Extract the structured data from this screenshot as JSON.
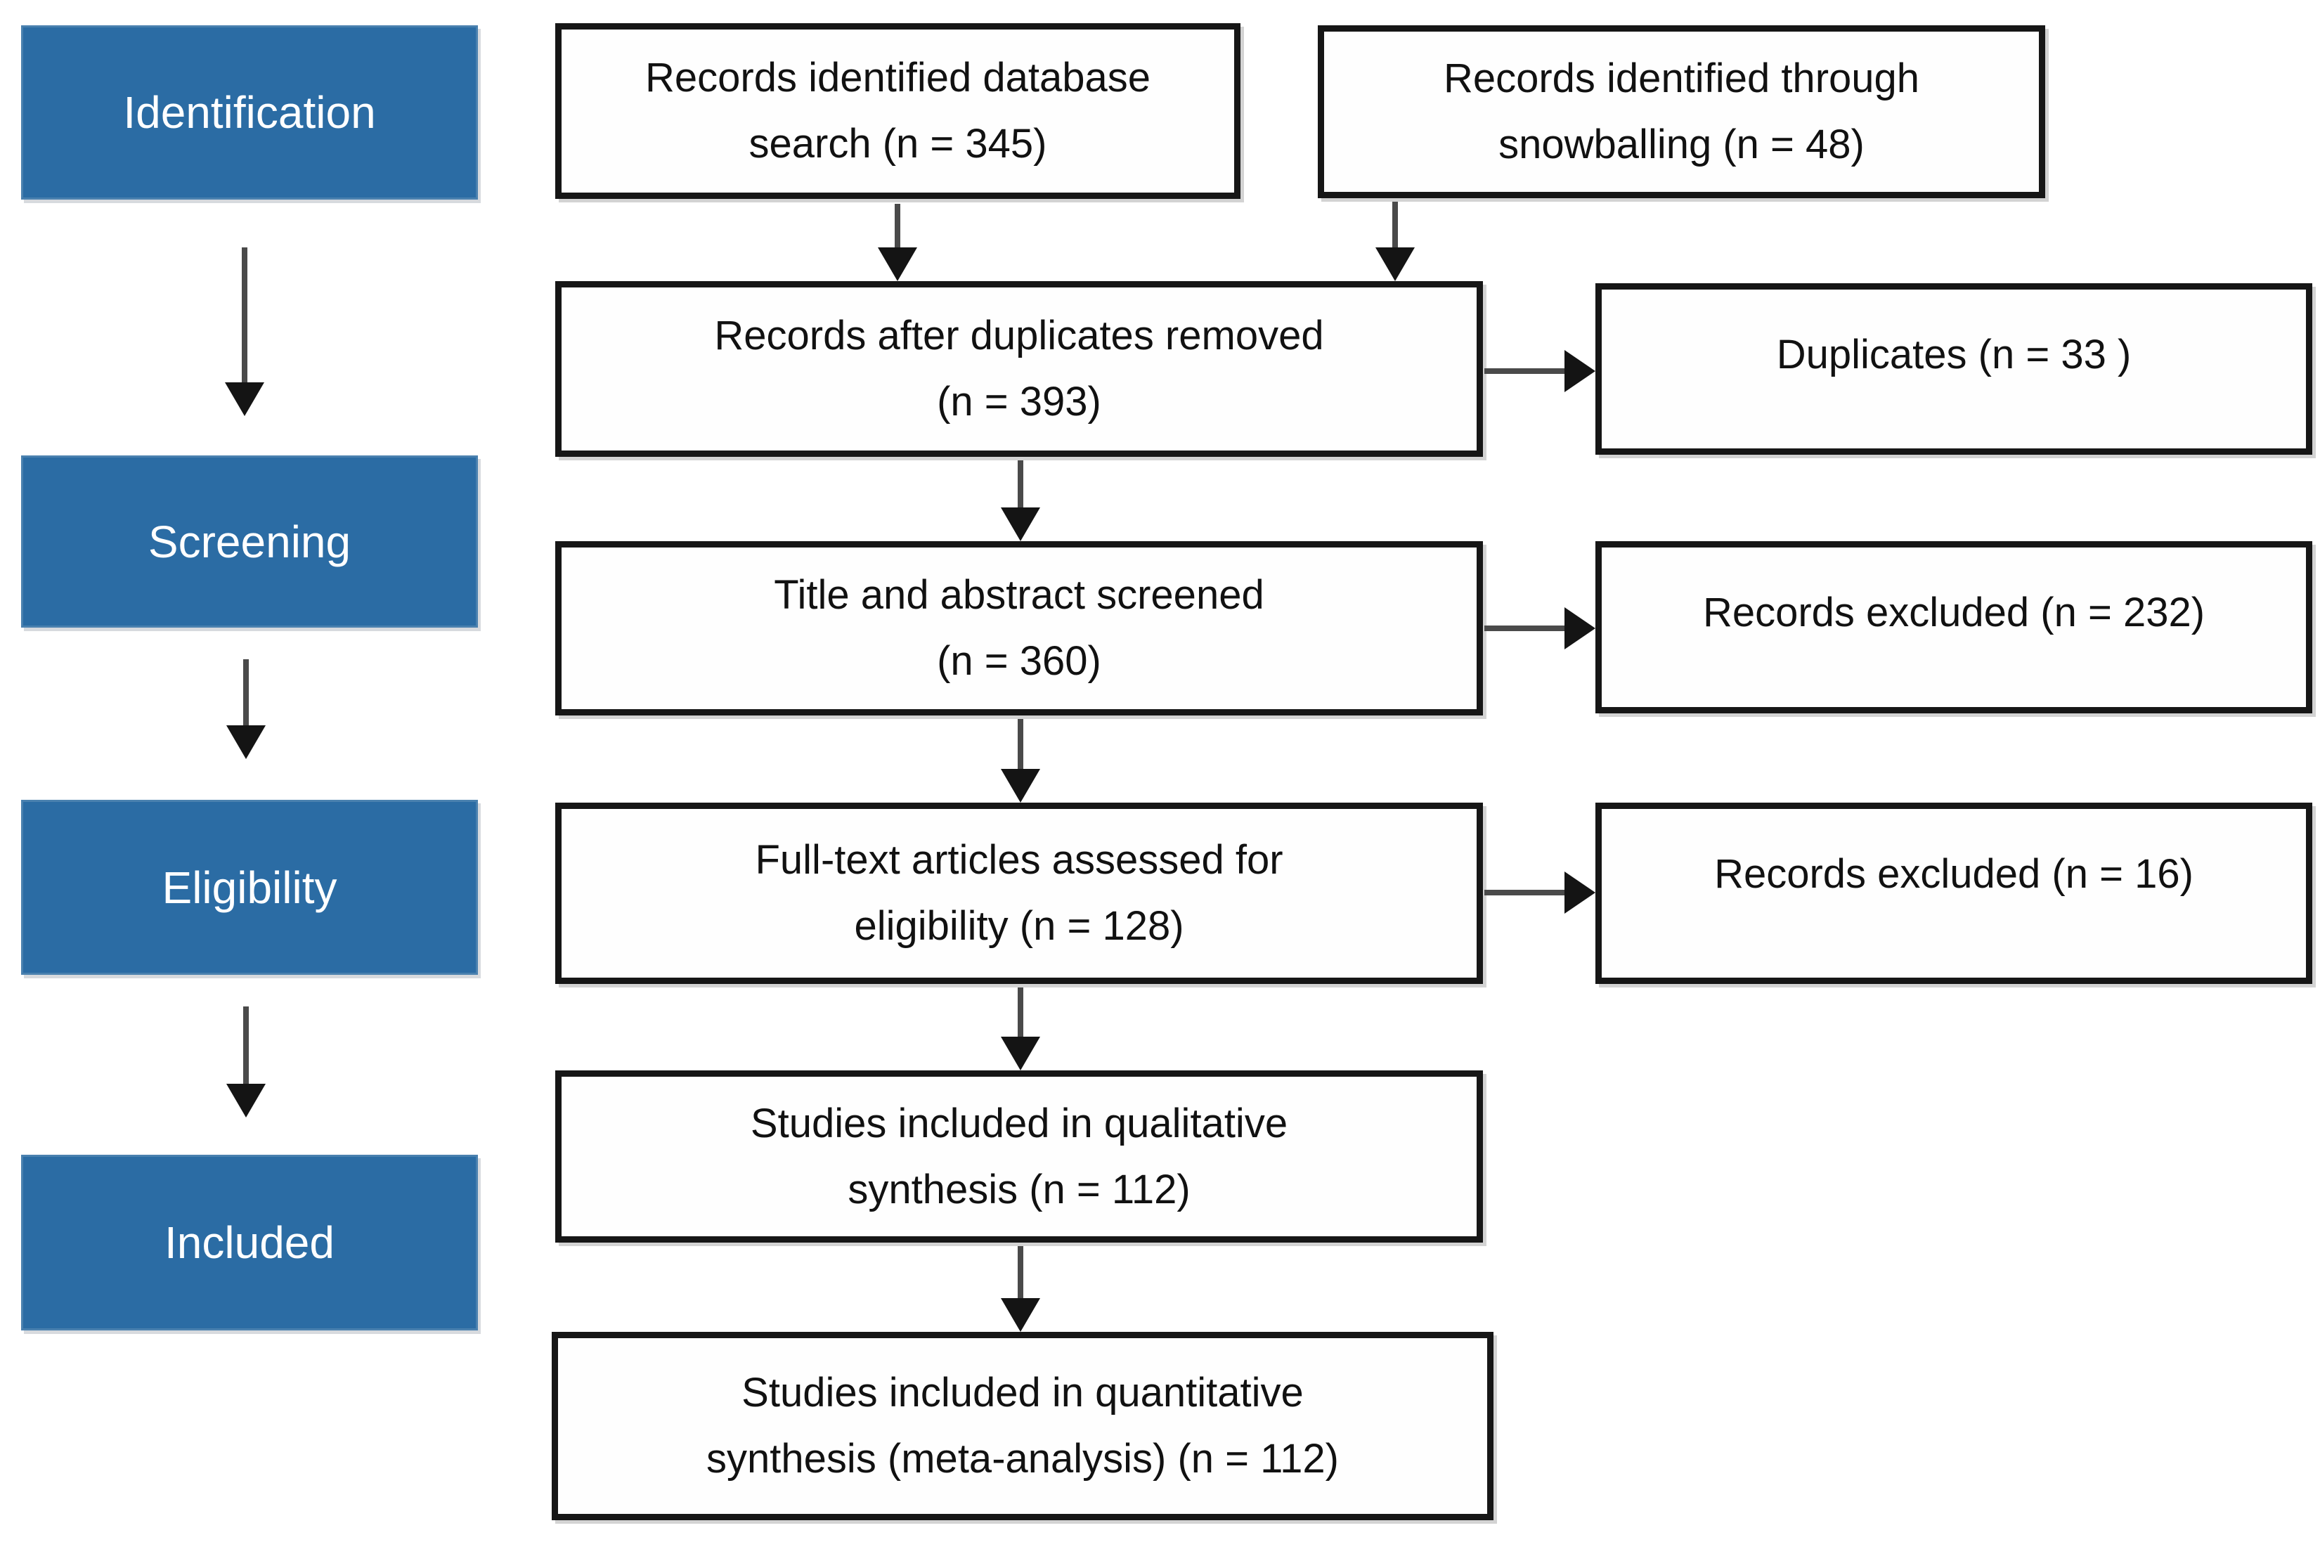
{
  "stages": {
    "identification": "Identification",
    "screening": "Screening",
    "eligibility": "Eligibility",
    "included": "Included"
  },
  "flow_boxes": {
    "db_search": {
      "label": "Records identified database\nsearch (n = 345)",
      "n": 345
    },
    "snowballing": {
      "label": "Records identified through\nsnowballing (n = 48)",
      "n": 48
    },
    "after_duplicates": {
      "label": "Records after duplicates removed\n(n = 393)",
      "n": 393
    },
    "title_abstract": {
      "label": "Title and abstract screened\n(n = 360)",
      "n": 360
    },
    "full_text": {
      "label": "Full-text articles assessed for\neligibility (n = 128)",
      "n": 128
    },
    "qualitative": {
      "label": "Studies included in qualitative\nsynthesis (n = 112)",
      "n": 112
    },
    "quantitative": {
      "label": "Studies included in quantitative\nsynthesis (meta-analysis) (n = 112)",
      "n": 112
    }
  },
  "side_boxes": {
    "duplicates": {
      "label": "Duplicates (n = 33 )",
      "n": 33
    },
    "excluded_screening": {
      "label": "Records excluded (n = 232)",
      "n": 232
    },
    "excluded_fulltext": {
      "label": "Records excluded (n = 16)",
      "n": 16
    }
  },
  "colors": {
    "stage_fill": "#2b6ca4",
    "stage_text": "#ffffff",
    "box_fill": "#fefefe",
    "box_border": "#161616",
    "arrow": "#141414"
  }
}
